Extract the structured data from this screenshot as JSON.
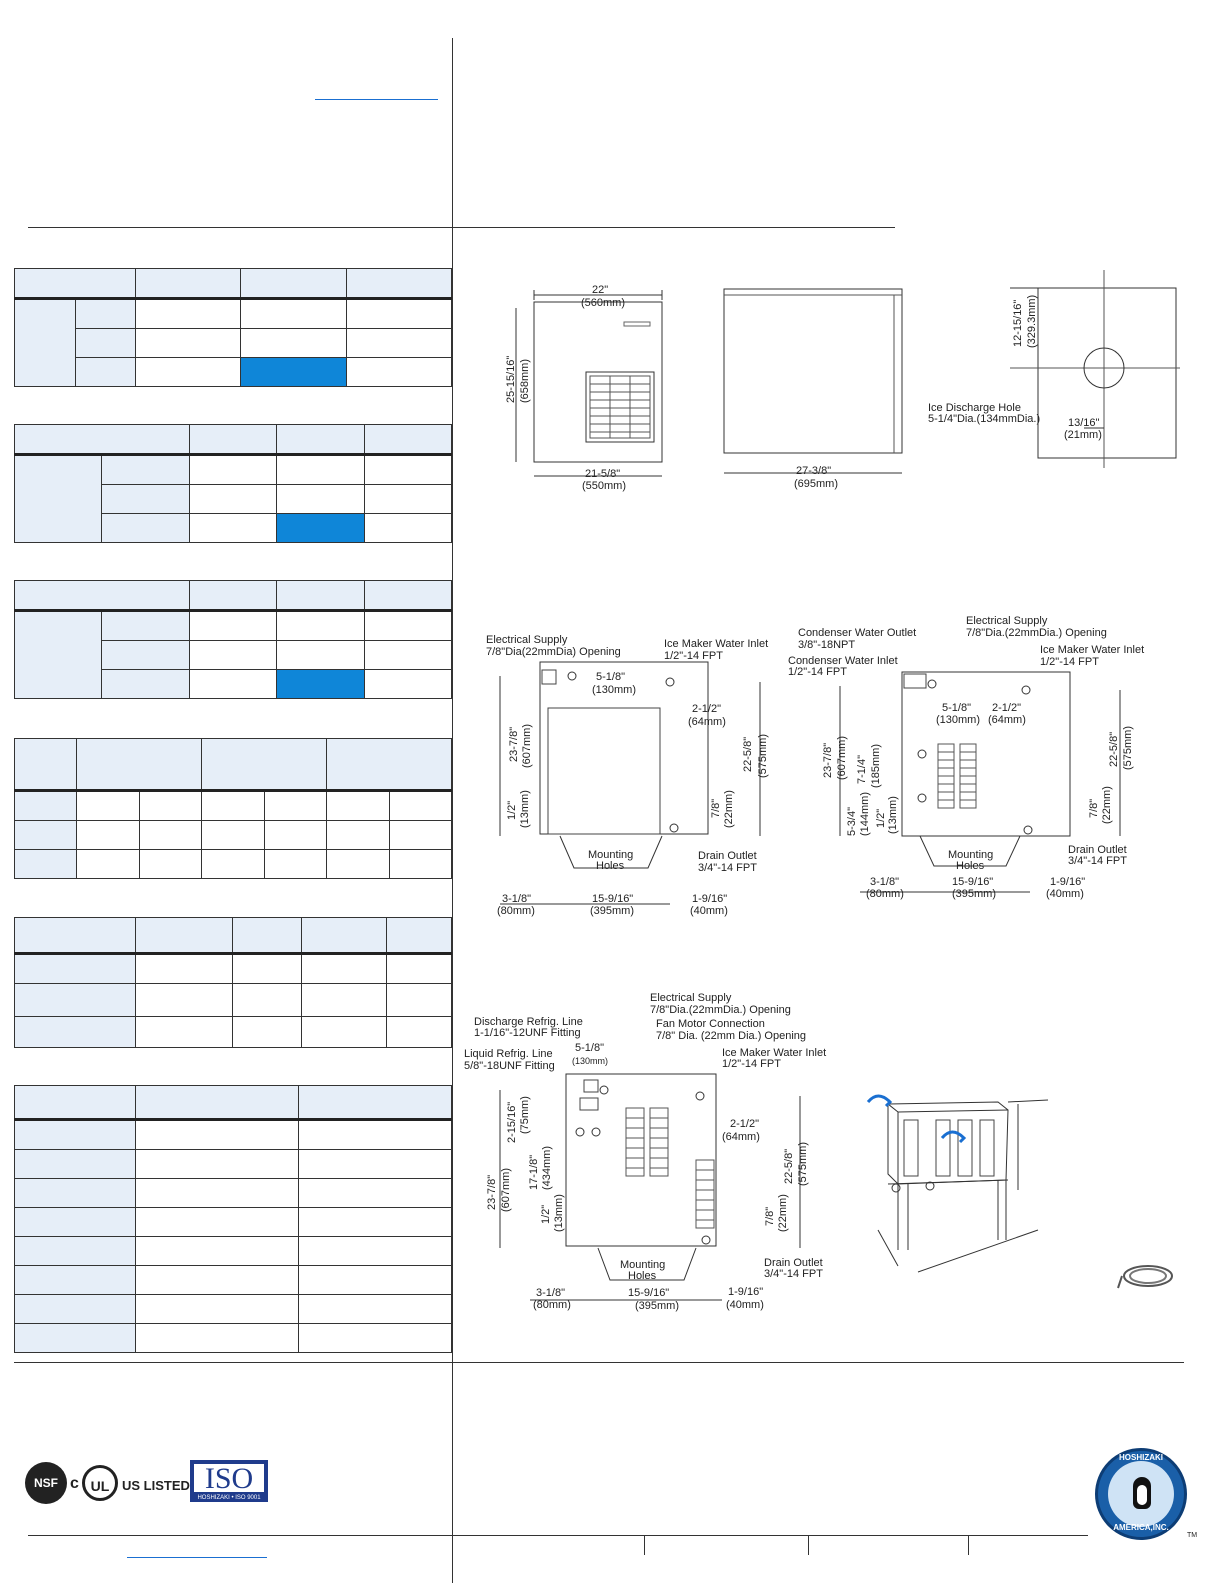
{
  "front_view": {
    "w_top": "22\"",
    "w_top_mm": "(560mm)",
    "h": "25-15/16\"",
    "h_mm": "(658mm)",
    "w_bot": "21-5/8\"",
    "w_bot_mm": "(550mm)"
  },
  "side_view": {
    "d": "27-3/8\"",
    "d_mm": "(695mm)"
  },
  "top_view": {
    "h": "12-15/16\"",
    "h_mm": "(329.3mm)",
    "hole_label": "Ice Discharge Hole",
    "hole_size": "5-1/4\"Dia.(134mmDia.)",
    "off": "13/16\"",
    "off_mm": "(21mm)"
  },
  "rear_air": {
    "elec": "Electrical Supply",
    "elec_size": "7/8\"Dia(22mmDia) Opening",
    "water": "Ice Maker Water Inlet",
    "water_size": "1/2\"-14 FPT",
    "d1": "5-1/8\"",
    "d1_mm": "(130mm)",
    "d2": "2-1/2\"",
    "d2_mm": "(64mm)",
    "h1": "23-7/8\"",
    "h1_mm": "(607mm)",
    "h2": "22-5/8\"",
    "h2_mm": "(575mm)",
    "h3": "1/2\"",
    "h3_mm": "(13mm)",
    "h4": "7/8\"",
    "h4_mm": "(22mm)",
    "mount": "Mounting",
    "holes": "Holes",
    "drain": "Drain Outlet",
    "drain_size": "3/4\"-14 FPT",
    "b1": "3-1/8\"",
    "b1_mm": "(80mm)",
    "b2": "15-9/16\"",
    "b2_mm": "(395mm)",
    "b3": "1-9/16\"",
    "b3_mm": "(40mm)"
  },
  "rear_water": {
    "cwo": "Condenser Water Outlet",
    "cwo_size": "3/8\"-18NPT",
    "cwi": "Condenser Water Inlet",
    "cwi_size": "1/2\"-14 FPT",
    "elec": "Electrical Supply",
    "elec_size": "7/8\"Dia.(22mmDia.) Opening",
    "water": "Ice Maker Water Inlet",
    "water_size": "1/2\"-14 FPT",
    "d1": "5-1/8\"",
    "d1_mm": "(130mm)",
    "d2": "2-1/2\"",
    "d2_mm": "(64mm)",
    "h1": "23-7/8\"",
    "h1_mm": "(607mm)",
    "h5": "7-1/4\"",
    "h5_mm": "(185mm)",
    "h6": "5-3/4\"",
    "h6_mm": "(144mm)",
    "h3": "1/2\"",
    "h3_mm": "(13mm)",
    "h2": "22-5/8\"",
    "h2_mm": "(575mm)",
    "h4": "7/8\"",
    "h4_mm": "(22mm)",
    "mount": "Mounting",
    "holes": "Holes",
    "drain": "Drain Outlet",
    "drain_size": "3/4\"-14 FPT",
    "b1": "3-1/8\"",
    "b1_mm": "(80mm)",
    "b2": "15-9/16\"",
    "b2_mm": "(395mm)",
    "b3": "1-9/16\"",
    "b3_mm": "(40mm)"
  },
  "rear_remote": {
    "dis": "Discharge Refrig. Line",
    "dis_size": "1-1/16\"-12UNF Fitting",
    "liq": "Liquid Refrig. Line",
    "liq_size": "5/8\"-18UNF Fitting",
    "elec": "Electrical Supply",
    "elec_size": "7/8\"Dia.(22mmDia.) Opening",
    "fan": "Fan Motor Connection",
    "fan_size": "7/8\" Dia. (22mm Dia.) Opening",
    "water": "Ice Maker Water Inlet",
    "water_size": "1/2\"-14 FPT",
    "d1": "5-1/8\"",
    "d1_mm": "(130mm)",
    "d2": "2-1/2\"",
    "d2_mm": "(64mm)",
    "h7": "2-15/16\"",
    "h7_mm": "(75mm)",
    "h8": "17-1/8\"",
    "h8_mm": "(434mm)",
    "h1": "23-7/8\"",
    "h1_mm": "(607mm)",
    "h3": "1/2\"",
    "h3_mm": "(13mm)",
    "h4": "7/8\"",
    "h4_mm": "(22mm)",
    "h2": "22-5/8\"",
    "h2_mm": "(575mm)",
    "mount": "Mounting",
    "holes": "Holes",
    "drain": "Drain Outlet",
    "drain_size": "3/4\"-14 FPT",
    "b1": "3-1/8\"",
    "b1_mm": "(80mm)",
    "b2": "15-9/16\"",
    "b2_mm": "(395mm)",
    "b3": "1-9/16\"",
    "b3_mm": "(40mm)"
  },
  "certs": {
    "nsf": "NSF",
    "c": "c",
    "ul": "UL",
    "us_listed": "US LISTED",
    "iso": "ISO",
    "iso_sub": "HOSHIZAKI • ISO 9001"
  },
  "brand": {
    "top": "HOSHIZAKI",
    "bottom": "AMERICA,INC.",
    "tm": "TM"
  }
}
